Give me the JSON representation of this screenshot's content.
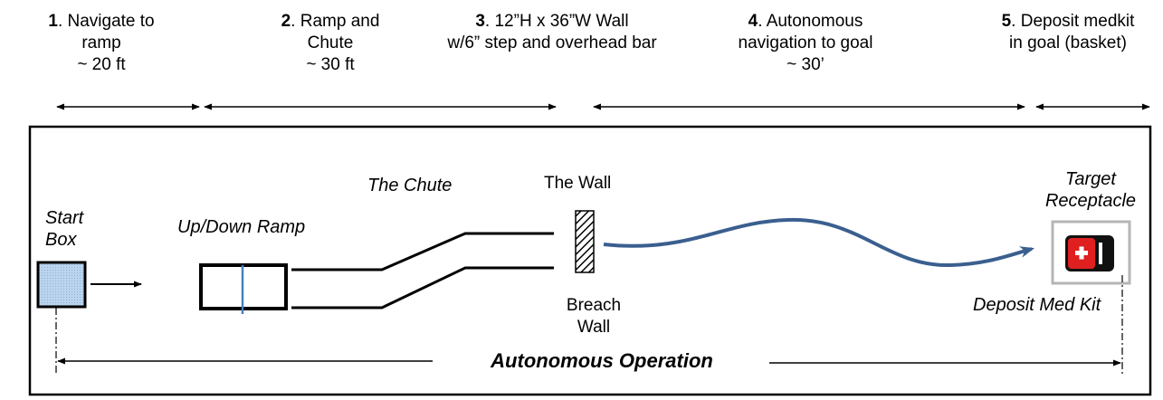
{
  "stages": [
    {
      "num": "1",
      "line1": ". Navigate to",
      "line2": "ramp",
      "line3": "~ 20 ft"
    },
    {
      "num": "2",
      "line1": ". Ramp and",
      "line2": "Chute",
      "line3": "~ 30 ft"
    },
    {
      "num": "3",
      "line1": ". 12”H x 36”W Wall",
      "line2": "w/6” step and overhead bar",
      "line3": ""
    },
    {
      "num": "4",
      "line1": ". Autonomous",
      "line2": "navigation to goal",
      "line3": "~ 30’"
    },
    {
      "num": "5",
      "line1": ". Deposit medkit",
      "line2": "in goal (basket)",
      "line3": ""
    }
  ],
  "labels": {
    "start_box_1": "Start",
    "start_box_2": "Box",
    "ramp": "Up/Down Ramp",
    "chute": "The Chute",
    "wall": "The Wall",
    "breach_1": "Breach",
    "breach_2": "Wall",
    "target_1": "Target",
    "target_2": "Receptacle",
    "deposit": "Deposit Med Kit",
    "autonomous": "Autonomous Operation"
  },
  "colors": {
    "path": "#3a5f8f",
    "start_fill": "#bcd4ee",
    "ramp_divider": "#4a7fc1",
    "medkit_red": "#e02020",
    "medkit_black": "#111111",
    "receptacle_border": "#b5b5b5"
  }
}
